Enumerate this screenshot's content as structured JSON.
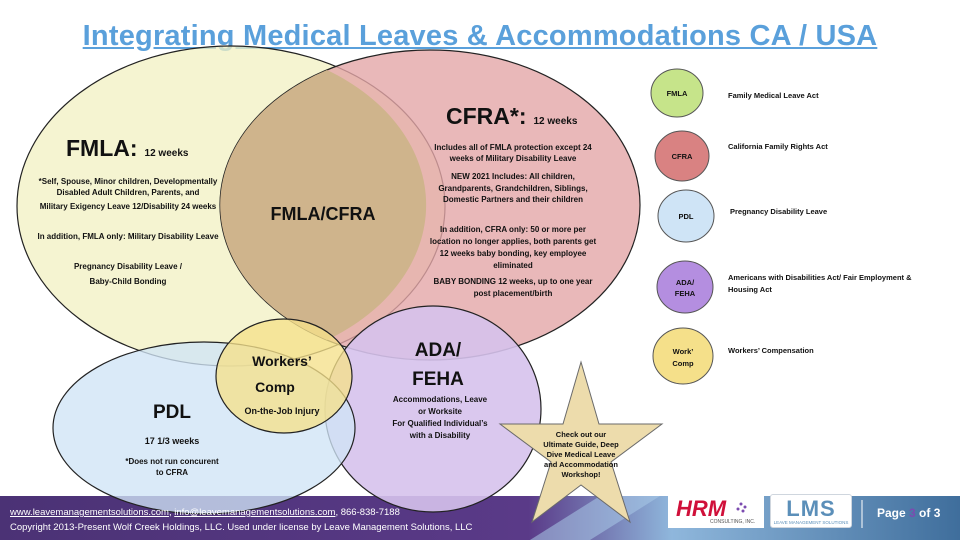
{
  "title": "Integrating Medical Leaves & Accommodations CA / USA",
  "colors": {
    "fmla": "#f2f0c2",
    "cfra": "#e3a6a8",
    "pdl": "#cfe4f6",
    "ada": "#d6c2ec",
    "workers": "#f5e08a",
    "star": "#eddcac",
    "title": "#5aa0db",
    "footer": "#4b3275"
  },
  "fmla": {
    "heading": "FMLA:",
    "weeks": "12 weeks",
    "line1": "*Self, Spouse, Minor children, Developmentally",
    "line2": "Disabled Adult Children, Parents, and",
    "line3": "Military Exigency Leave 12/Disability 24 weeks",
    "line4": "In addition, FMLA only: Military Disability Leave",
    "line5": "Pregnancy Disability Leave /",
    "line6": "Baby-Child  Bonding"
  },
  "overlap_label": "FMLA/CFRA",
  "cfra": {
    "heading": "CFRA*:",
    "weeks": "12 weeks",
    "line1": "Includes all of FMLA protection except 24",
    "line2": "weeks of Military Disability Leave",
    "line3": "NEW 2021 Includes: All children,",
    "line4": "Grandparents, Grandchildren, Siblings,",
    "line5": "Domestic Partners and their children",
    "line6": "In addition, CFRA only: 50 or more per",
    "line7": "location no longer applies, both parents get",
    "line8": "12 weeks baby bonding, key employee",
    "line9": "eliminated",
    "line10": "BABY BONDING 12 weeks, up to one year",
    "line11": "post placement/birth"
  },
  "workers": {
    "line1": "Workers’",
    "line2": "Comp",
    "line3": "On-the-Job Injury"
  },
  "pdl": {
    "heading": "PDL",
    "weeks": "17 1/3 weeks",
    "note1": "*Does not run concurent",
    "note2": "to CFRA"
  },
  "ada": {
    "line1": "ADA/",
    "line2": "FEHA",
    "line3": "Accommodations, Leave",
    "line4": "or Worksite",
    "line5": "For Qualified Individual’s",
    "line6": "with a Disability"
  },
  "star": {
    "line1": "Check out our",
    "line2": "Ultimate Guide, Deep",
    "line3": "Dive Medical Leave",
    "line4": "and Accommodation",
    "line5": "Workshop!"
  },
  "legend": [
    {
      "badge": "FMLA",
      "description": "Family Medical Leave Act"
    },
    {
      "badge": "CFRA",
      "description": "California Family Rights Act"
    },
    {
      "badge": "PDL",
      "description": "Pregnancy Disability Leave"
    },
    {
      "badge_line1": "ADA/",
      "badge_line2": "FEHA",
      "description_line1": "Americans with Disabilities Act/ Fair Employment &",
      "description_line2": "Housing Act"
    },
    {
      "badge_line1": "Work’",
      "badge_line2": "Comp",
      "description": "Workers’ Compensation"
    }
  ],
  "footer": {
    "website": "www.leavemanagementsolutions.com",
    "sep1": ", ",
    "email": "info@leavemanagementsolutions.com",
    "phone": ", 866-838-7188",
    "copyright": "Copyright 2013-Present Wolf Creek Holdings, LLC. Used under license by Leave Management Solutions, LLC",
    "page_prefix": "Page ",
    "page_current": "3",
    "page_suffix": " of 3",
    "logo_hrm": "HRM",
    "logo_hrm_sub": "CONSULTING, INC.",
    "logo_lms": "LMS",
    "logo_lms_sub": "LEAVE MANAGEMENT SOLUTIONS"
  }
}
